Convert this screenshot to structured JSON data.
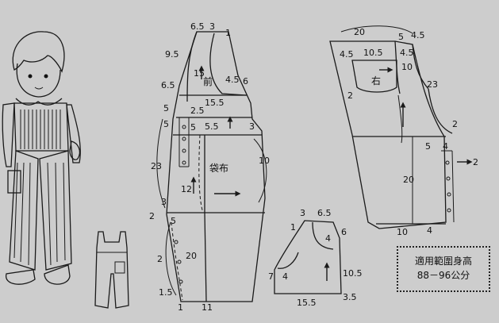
{
  "front_piece": {
    "title": "前",
    "pocket_label": "袋布",
    "dims": {
      "top_6_5": "6.5",
      "top_3": "3",
      "top_1": "1",
      "side_9_5": "9.5",
      "m15": "15",
      "m6_5": "6.5",
      "m4_5": "4.5",
      "m6": "6",
      "m5a": "5",
      "m2_5": "2.5",
      "m15_5": "15.5",
      "m5b": "5",
      "m5c": "5",
      "m5_5": "5.5",
      "m3a": "3",
      "m23": "23",
      "m10": "10",
      "m12": "12",
      "m3b": "3",
      "m2a": "2",
      "m5d": "5",
      "m2b": "2",
      "m20": "20",
      "m1_5": "1.5",
      "m1": "1",
      "m11": "11"
    }
  },
  "back_piece": {
    "title": "右",
    "dims": {
      "m20": "20",
      "m5": "5",
      "m4_5a": "4.5",
      "m4_5b": "4.5",
      "m10_5": "10.5",
      "m4_5c": "4.5",
      "m10": "10",
      "m2a": "2",
      "m23": "23",
      "m2b": "2",
      "m5b": "5",
      "m4": "4",
      "m2c": "2",
      "m20b": "20",
      "m10b": "10",
      "m4b": "4"
    }
  },
  "bib_piece": {
    "dims": {
      "m3": "3",
      "m6_5": "6.5",
      "m1": "1",
      "m4a": "4",
      "m6": "6",
      "m7": "7",
      "m4b": "4",
      "m10_5": "10.5",
      "m15_5": "15.5",
      "m3_5": "3.5"
    }
  },
  "size_box": {
    "line1": "適用範圍身高",
    "line2": "88－96公分"
  }
}
